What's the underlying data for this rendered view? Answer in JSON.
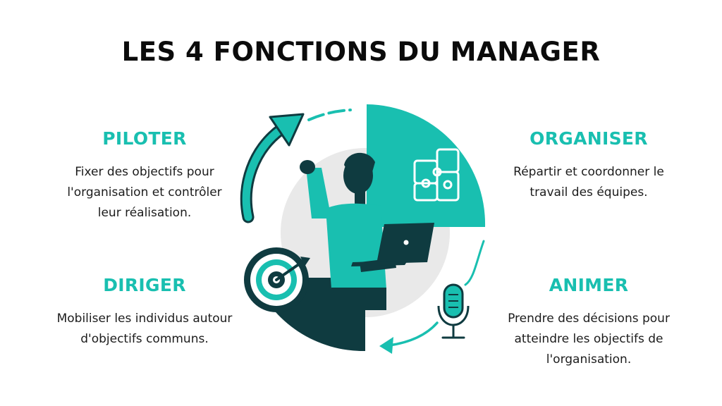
{
  "title": "LES 4 FONCTIONS DU MANAGER",
  "functions": {
    "piloter": {
      "heading": "PILOTER",
      "description": "Fixer des objectifs pour\nl'organisation et contrôler\nleur réalisation."
    },
    "organiser": {
      "heading": "ORGANISER",
      "description": "Répartir et coordonner le\ntravail des équipes."
    },
    "diriger": {
      "heading": "DIRIGER",
      "description": "Mobiliser les individus autour\nd'objectifs communs."
    },
    "animer": {
      "heading": "ANIMER",
      "description": "Prendre des décisions pour\natteindre les objectifs de\nl'organisation."
    }
  },
  "colors": {
    "accent": "#19bfb0",
    "dark": "#0f3b40",
    "light_gray": "#e9e9e9",
    "text": "#1c1c1c"
  },
  "icons": [
    "target-icon",
    "puzzle-icon",
    "microphone-icon",
    "laptop-icon",
    "manager-figure"
  ]
}
